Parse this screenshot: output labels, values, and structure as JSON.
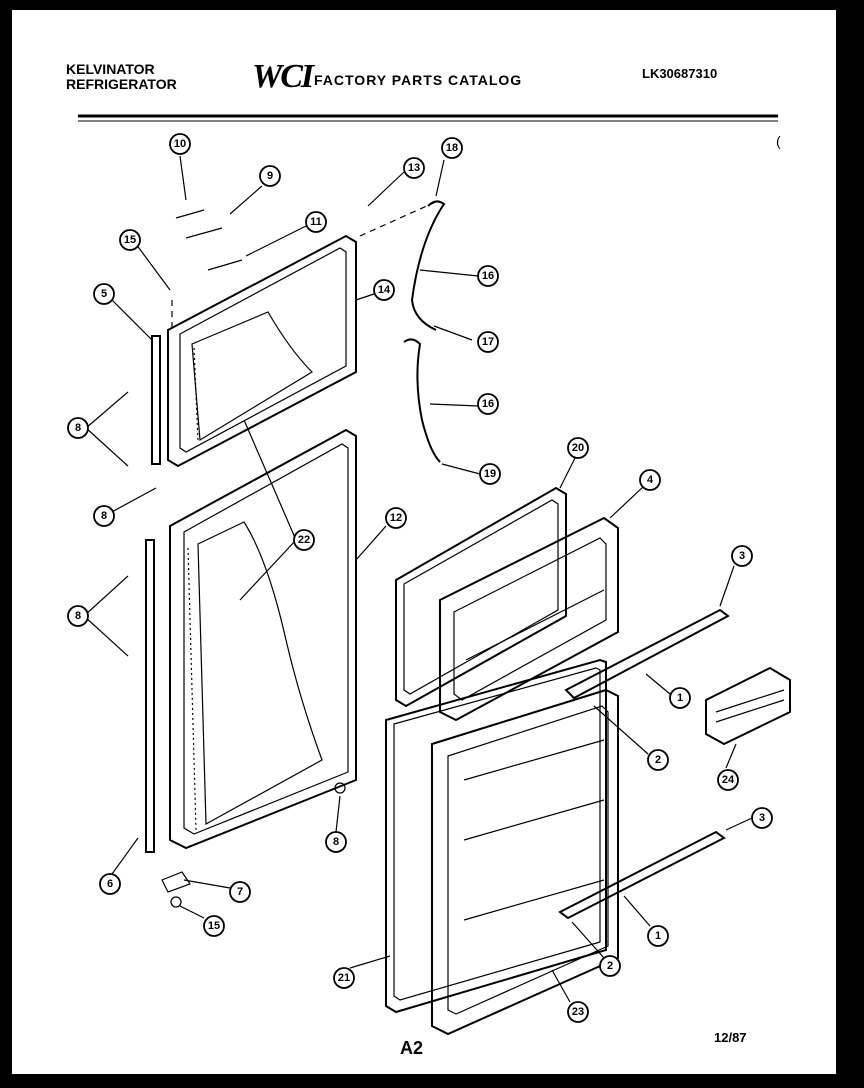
{
  "header": {
    "brand_line1": "KELVINATOR",
    "brand_line2": "REFRIGERATOR",
    "logo": "WCI",
    "catalog_title": "FACTORY PARTS CATALOG",
    "part_number": "LK30687310"
  },
  "footer": {
    "page_code": "A2",
    "revision_date": "12/87"
  },
  "callouts": [
    "10",
    "9",
    "13",
    "18",
    "11",
    "15",
    "14",
    "5",
    "16",
    "17",
    "8",
    "16",
    "19",
    "8",
    "20",
    "4",
    "22",
    "12",
    "8",
    "3",
    "1",
    "2",
    "24",
    "8",
    "3",
    "1",
    "6",
    "7",
    "15",
    "2",
    "21",
    "23"
  ]
}
